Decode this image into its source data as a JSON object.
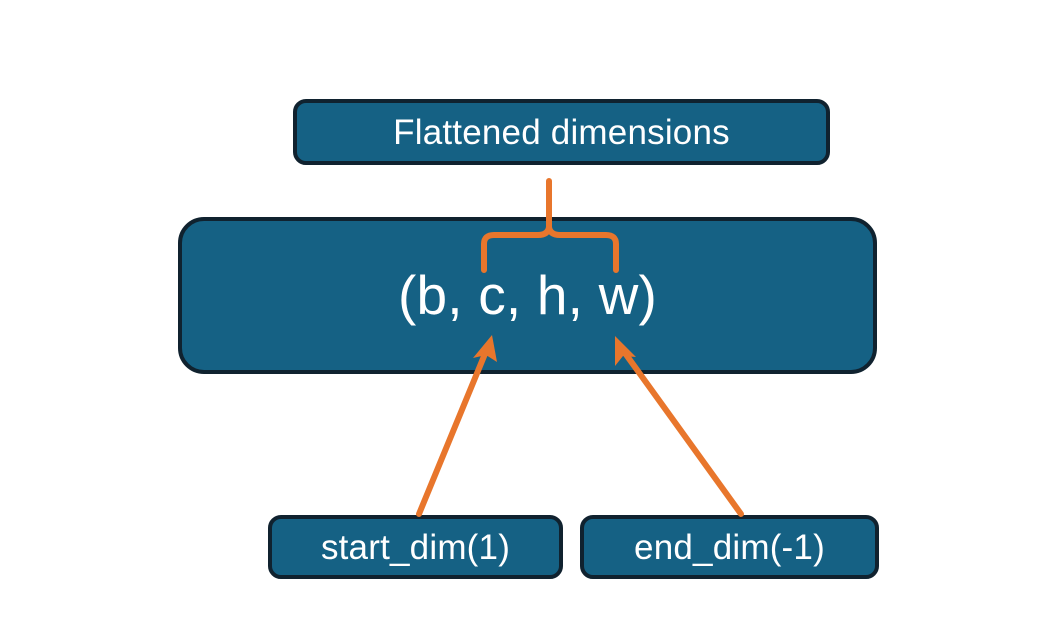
{
  "diagram": {
    "title_box": {
      "label": "Flattened dimensions"
    },
    "shape_box": {
      "label": "(b, c, h, w)"
    },
    "start_dim_box": {
      "label": "start_dim(1)"
    },
    "end_dim_box": {
      "label": "end_dim(-1)"
    },
    "colors": {
      "box_fill": "#156184",
      "box_border": "#10222f",
      "connector": "#E8762C",
      "text": "#ffffff",
      "background": "#ffffff"
    },
    "connectors": [
      {
        "name": "brace-to-flattened",
        "kind": "curly-brace",
        "from": "shape_box",
        "to": "title_box"
      },
      {
        "name": "start-dim-to-shape",
        "kind": "arrow",
        "from": "start_dim_box",
        "to": "shape_box"
      },
      {
        "name": "end-dim-to-shape",
        "kind": "arrow",
        "from": "end_dim_box",
        "to": "shape_box"
      }
    ]
  }
}
